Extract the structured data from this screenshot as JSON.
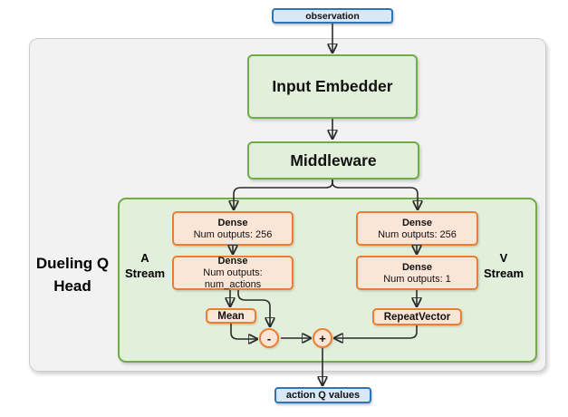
{
  "nodes": {
    "observation": {
      "label": "observation"
    },
    "input_embedder": {
      "label": "Input Embedder"
    },
    "middleware": {
      "label": "Middleware"
    },
    "a_dense_1": {
      "title": "Dense",
      "subtitle": "Num outputs: 256"
    },
    "a_dense_2": {
      "title": "Dense",
      "subtitle": "Num outputs: num_actions"
    },
    "v_dense_1": {
      "title": "Dense",
      "subtitle": "Num outputs: 256"
    },
    "v_dense_2": {
      "title": "Dense",
      "subtitle": "Num outputs: 1"
    },
    "mean": {
      "label": "Mean"
    },
    "repeat_vector": {
      "label": "RepeatVector"
    },
    "minus": {
      "label": "-"
    },
    "plus": {
      "label": "+"
    },
    "action_q_values": {
      "label": "action Q values"
    }
  },
  "labels": {
    "dueling_q_head": {
      "line1": "Dueling Q",
      "line2": "Head"
    },
    "a_stream": {
      "line1": "A",
      "line2": "Stream"
    },
    "v_stream": {
      "line1": "V",
      "line2": "Stream"
    }
  },
  "colors": {
    "io_fill": "#d9e8f6",
    "io_border": "#2e75b6",
    "group_fill": "#e2efda",
    "group_border": "#70ad47",
    "layer_fill": "#fbe5d6",
    "layer_border": "#ed7d31",
    "panel_fill": "#f2f2f2",
    "panel_border": "#c9cccf",
    "arrow": "#2b2b2b"
  }
}
